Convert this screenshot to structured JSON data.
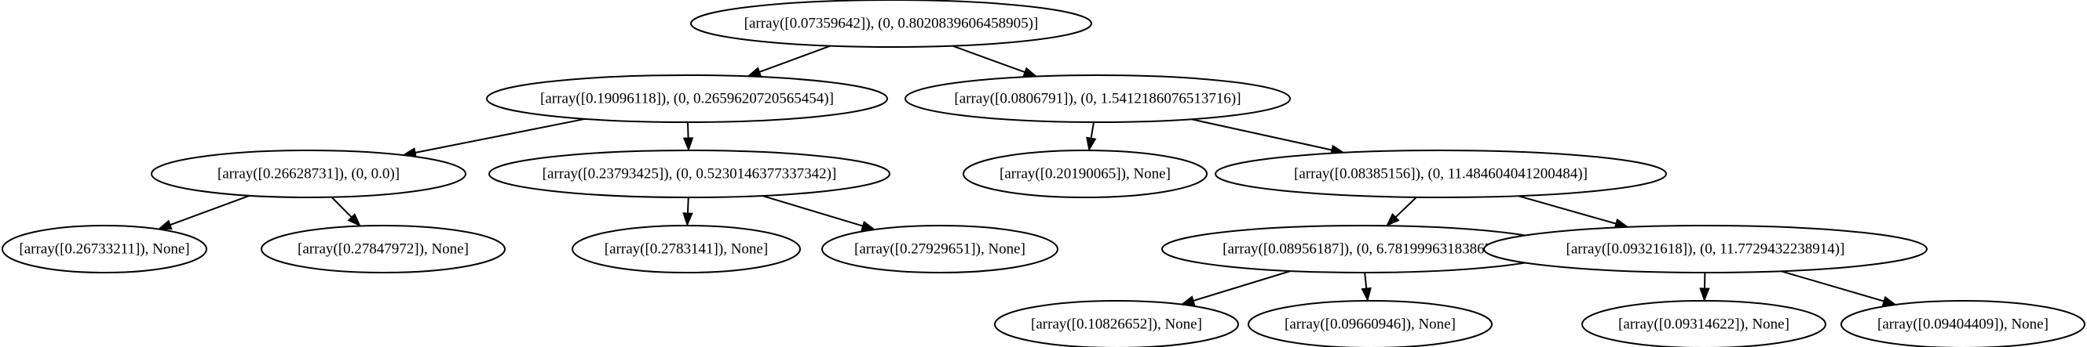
{
  "nodes": [
    {
      "id": "n0",
      "label": "[array([0.07359642]), (0, 0.8020839606458905)]"
    },
    {
      "id": "n1",
      "label": "[array([0.19096118]), (0, 0.2659620720565454)]"
    },
    {
      "id": "n2",
      "label": "[array([0.0806791]), (0, 1.5412186076513716)]"
    },
    {
      "id": "n3",
      "label": "[array([0.26628731]), (0, 0.0)]"
    },
    {
      "id": "n4",
      "label": "[array([0.23793425]), (0, 0.5230146377337342)]"
    },
    {
      "id": "n5",
      "label": "[array([0.20190065]), None]"
    },
    {
      "id": "n6",
      "label": "[array([0.08385156]), (0, 11.484604041200484)]"
    },
    {
      "id": "n7",
      "label": "[array([0.26733211]), None]"
    },
    {
      "id": "n8",
      "label": "[array([0.27847972]), None]"
    },
    {
      "id": "n9",
      "label": "[array([0.2783141]), None]"
    },
    {
      "id": "n10",
      "label": "[array([0.27929651]), None]"
    },
    {
      "id": "n11",
      "label": "[array([0.08956187]), (0, 6.78199963183865)]"
    },
    {
      "id": "n12",
      "label": "[array([0.09321618]), (0, 11.7729432238914)]"
    },
    {
      "id": "n13",
      "label": "[array([0.10826652]), None]"
    },
    {
      "id": "n14",
      "label": "[array([0.09660946]), None]"
    },
    {
      "id": "n15",
      "label": "[array([0.09314622]), None]"
    },
    {
      "id": "n16",
      "label": "[array([0.09404409]), None]"
    }
  ],
  "edges": [
    {
      "from": "n0",
      "to": "n1"
    },
    {
      "from": "n0",
      "to": "n2"
    },
    {
      "from": "n1",
      "to": "n3"
    },
    {
      "from": "n1",
      "to": "n4"
    },
    {
      "from": "n2",
      "to": "n5"
    },
    {
      "from": "n2",
      "to": "n6"
    },
    {
      "from": "n3",
      "to": "n7"
    },
    {
      "from": "n3",
      "to": "n8"
    },
    {
      "from": "n4",
      "to": "n9"
    },
    {
      "from": "n4",
      "to": "n10"
    },
    {
      "from": "n6",
      "to": "n11"
    },
    {
      "from": "n6",
      "to": "n12"
    },
    {
      "from": "n11",
      "to": "n13"
    },
    {
      "from": "n11",
      "to": "n14"
    },
    {
      "from": "n12",
      "to": "n15"
    },
    {
      "from": "n12",
      "to": "n16"
    }
  ]
}
